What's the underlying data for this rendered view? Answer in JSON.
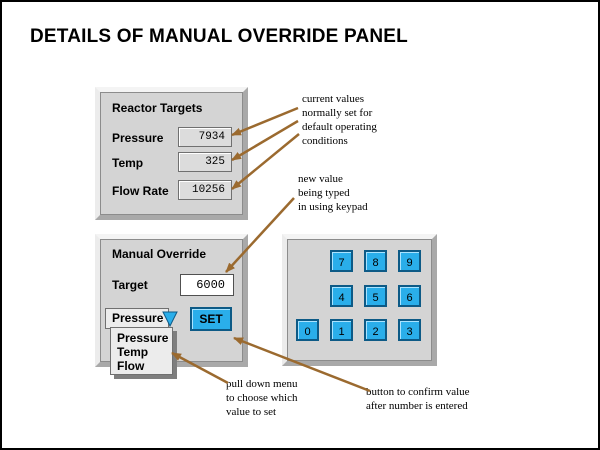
{
  "title": "DETAILS OF MANUAL OVERRIDE PANEL",
  "reactor_targets": {
    "heading": "Reactor Targets",
    "rows": [
      {
        "label": "Pressure",
        "value": "7934"
      },
      {
        "label": "Temp",
        "value": "325"
      },
      {
        "label": "Flow Rate",
        "value": "10256"
      }
    ]
  },
  "manual_override": {
    "heading": "Manual Override",
    "target_label": "Target",
    "target_value": "6000",
    "selected_variable": "Pressure",
    "dropdown_options": [
      "Pressure",
      "Temp",
      "Flow"
    ],
    "set_label": "SET"
  },
  "keypad": {
    "keys": [
      "7",
      "8",
      "9",
      "4",
      "5",
      "6",
      "0",
      "1",
      "2",
      "3"
    ]
  },
  "annotations": {
    "current_values": [
      "current values",
      "normally set for",
      "default operating",
      "conditions"
    ],
    "new_value": [
      "new value",
      "being typed",
      "in using keypad"
    ],
    "pulldown": [
      "pull down menu",
      "to choose which",
      "value to set"
    ],
    "confirm": [
      "button to confirm value",
      "after number is entered"
    ]
  },
  "colors": {
    "panel": "#d4d4d4",
    "button": "#2aaeea",
    "arrow": "#9b6a2f"
  }
}
